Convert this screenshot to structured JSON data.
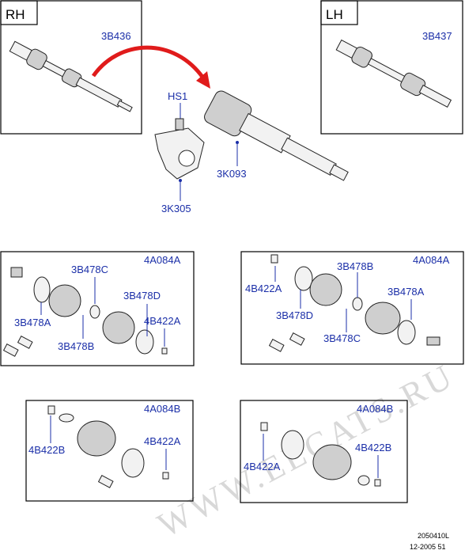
{
  "side_labels": {
    "rh": "RH",
    "lh": "LH"
  },
  "watermark": "WWW.ELCATS.RU",
  "rh_panel": {
    "part": "3B436"
  },
  "lh_panel": {
    "part": "3B437"
  },
  "center": {
    "bolt": "HS1",
    "shaft": "3K093",
    "bracket": "3K305"
  },
  "left_kit": {
    "kit": "4A084A",
    "labels": [
      "3B478C",
      "3B478D",
      "3B478A",
      "3B478B",
      "4B422A"
    ]
  },
  "right_kit": {
    "kit": "4A084A",
    "labels": [
      "3B478B",
      "4B422A",
      "3B478A",
      "3B478D",
      "3B478C"
    ]
  },
  "lower_left_kit": {
    "kit": "4A084B",
    "labels": [
      "4B422B",
      "4B422A"
    ]
  },
  "lower_right_kit": {
    "kit": "4A084B",
    "labels": [
      "4B422B",
      "4B422A"
    ]
  },
  "footer": {
    "code": "2050410L",
    "date": "12-2005 51"
  },
  "colors": {
    "label": "#1b2fa8",
    "arrow": "#e01b1b"
  }
}
